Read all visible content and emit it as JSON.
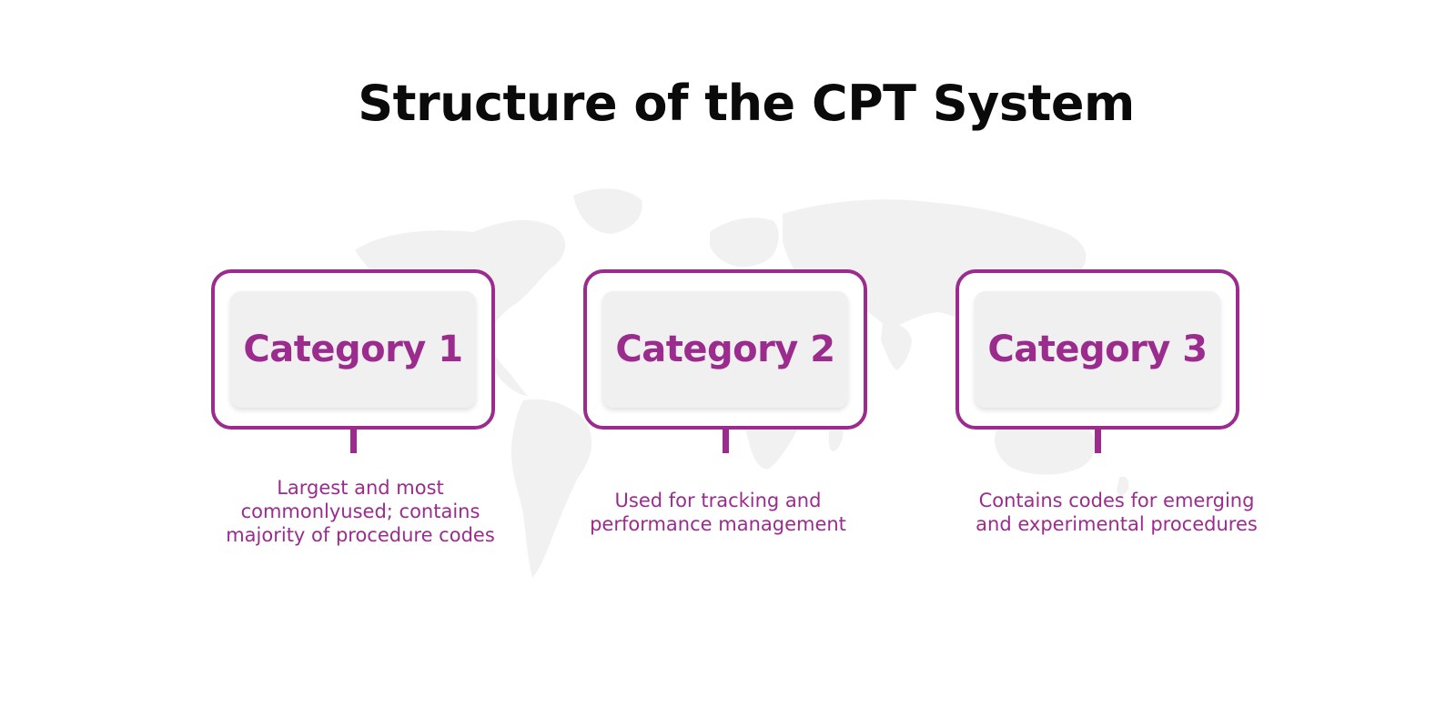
{
  "title": "Structure of the CPT System",
  "colors": {
    "accent": "#9b2c8e",
    "card_fill": "#f0f0f0",
    "map": "#f2f2f2",
    "title": "#0a0a0a"
  },
  "categories": [
    {
      "label": "Category 1",
      "description_lines": [
        "Largest and most",
        "commonlyused; contains",
        "majority of procedure codes"
      ]
    },
    {
      "label": "Category 2",
      "description_lines": [
        "Used for tracking and",
        "performance management"
      ]
    },
    {
      "label": "Category 3",
      "description_lines": [
        "Contains codes for emerging",
        "and experimental procedures"
      ]
    }
  ]
}
